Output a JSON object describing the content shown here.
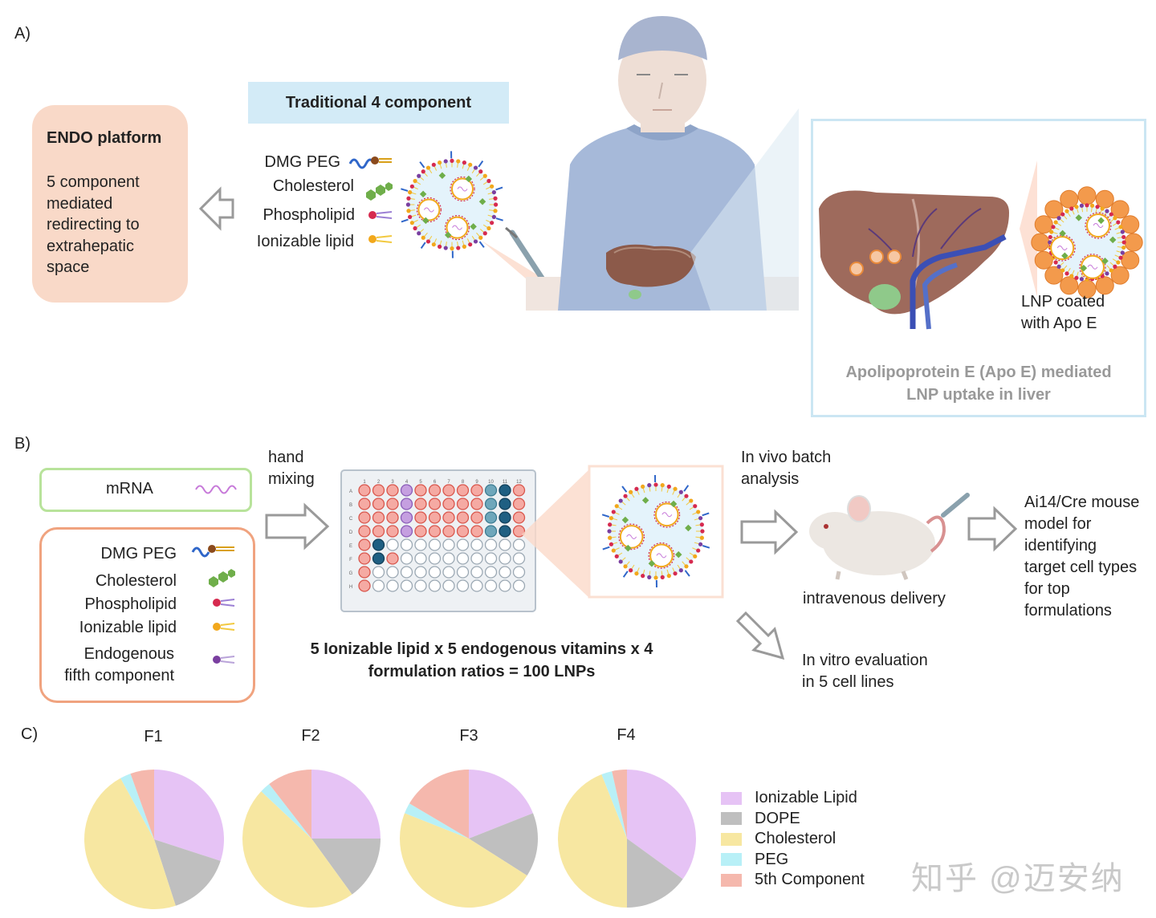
{
  "panels": {
    "a": "A)",
    "b": "B)",
    "c": "C)"
  },
  "panel_a": {
    "endo_title": "ENDO platform",
    "endo_text": "5 component\nmediated\nredirecting to\nextrahepatic\nspace",
    "traditional_title": "Traditional 4 component",
    "components": [
      {
        "label": "DMG PEG",
        "color": "#8b4a1c"
      },
      {
        "label": "Cholesterol",
        "color": "#3c8a2e"
      },
      {
        "label": "Phospholipid",
        "color": "#c0262b"
      },
      {
        "label": "Ionizable lipid",
        "color": "#d9a01a"
      }
    ],
    "lnp_label": "LNP coated\nwith Apo E",
    "apo_caption": "Apolipoprotein  E (Apo E) mediated\nLNP uptake in liver"
  },
  "panel_b": {
    "mrna_label": "mRNA",
    "lipid_items": [
      "DMG PEG",
      "Cholesterol",
      "Phospholipid",
      "Ionizable lipid",
      "Endogenous\nfifth component"
    ],
    "hand_mixing": "hand\nmixing",
    "plate_caption": "5 Ionizable lipid x 5 endogenous vitamins x 4\nformulation ratios = 100 LNPs",
    "in_vivo": "In vivo batch\nanalysis",
    "iv_delivery": "intravenous delivery",
    "ai14": "Ai14/Cre mouse\nmodel for\nidentifying\ntarget cell types\nfor top\nformulations",
    "in_vitro": "In vitro evaluation\nin 5 cell lines",
    "plate_cols": [
      "1",
      "2",
      "3",
      "4",
      "5",
      "6",
      "7",
      "8",
      "9",
      "10",
      "11",
      "12"
    ],
    "plate_rows": [
      "A",
      "B",
      "C",
      "D",
      "E",
      "F",
      "G",
      "H"
    ]
  },
  "colors": {
    "ionizable": "#e6c3f5",
    "dope": "#bfbfbf",
    "cholesterol": "#f7e7a1",
    "peg": "#b8f0f7",
    "fifth": "#f5b8ad",
    "well_red": "#f5aaa3",
    "well_purple": "#c59fe0",
    "well_teal": "#6fa7bb",
    "well_dark": "#1f5f82"
  },
  "chart_data": [
    {
      "type": "pie",
      "title": "F1",
      "categories": [
        "Ionizable Lipid",
        "DOPE",
        "Cholesterol",
        "PEG",
        "5th Component"
      ],
      "values": [
        30,
        15,
        47,
        2.5,
        5.5
      ]
    },
    {
      "type": "pie",
      "title": "F2",
      "categories": [
        "Ionizable Lipid",
        "DOPE",
        "Cholesterol",
        "PEG",
        "5th Component"
      ],
      "values": [
        25,
        15,
        47,
        2.5,
        10.5
      ]
    },
    {
      "type": "pie",
      "title": "F3",
      "categories": [
        "Ionizable Lipid",
        "DOPE",
        "Cholesterol",
        "PEG",
        "5th Component"
      ],
      "values": [
        19,
        15,
        47,
        2.5,
        16.5
      ]
    },
    {
      "type": "pie",
      "title": "F4",
      "categories": [
        "Ionizable Lipid",
        "DOPE",
        "Cholesterol",
        "PEG",
        "5th Component"
      ],
      "values": [
        35,
        15,
        44,
        2.5,
        3.5
      ]
    }
  ],
  "legend": [
    "Ionizable Lipid",
    "DOPE",
    "Cholesterol",
    "PEG",
    "5th Component"
  ],
  "watermark": "知乎 @迈安纳"
}
